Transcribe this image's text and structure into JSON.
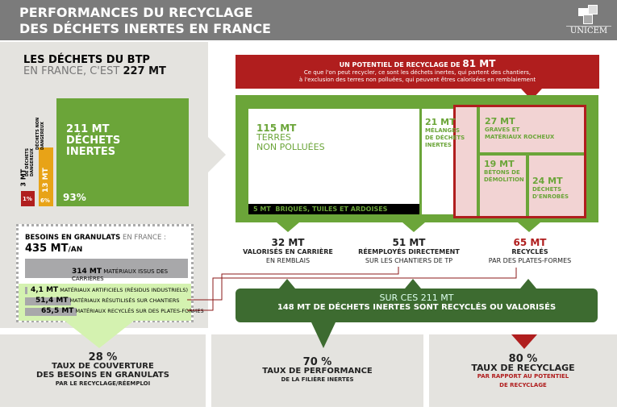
{
  "header": {
    "title_line1": "PERFORMANCES DU RECYCLAGE",
    "title_line2": "DES DÉCHETS INERTES EN FRANCE",
    "logo": "UNICEM"
  },
  "btp": {
    "title_bold": "LES DÉCHETS DU BTP",
    "title_light": "EN FRANCE, C'EST",
    "total": "227 MT",
    "inertes": {
      "value": "211 MT",
      "label1": "DÉCHETS",
      "label2": "INERTES",
      "pct": "93%"
    },
    "non_dangereux": {
      "value": "13 MT",
      "label": "DÉCHETS NON DANGEREUX",
      "pct": "6%"
    },
    "dangereux": {
      "value": "3 MT",
      "label": "DE DÉCHETS DANGEREUX",
      "pct": "1%"
    }
  },
  "granulats": {
    "title_bold": "BESOINS EN GRANULATS",
    "title_light": "EN FRANCE :",
    "total": "435 MT",
    "unit": "/AN",
    "items": [
      {
        "value": "314 MT",
        "label": "MATÉRIAUX ISSUS DES CARRIÈRES"
      },
      {
        "value": "4,1 MT",
        "label": "MATÉRIAUX ARTIFICIELS (RÉSIDUS INDUSTRIELS)"
      },
      {
        "value": "51,4 MT",
        "label": "MATÉRIAUX RÉSUTILISÉS SUR CHANTIERS"
      },
      {
        "value": "65,5 MT",
        "label": "MATÉRIAUX RECYCLÉS SUR DES PLATES-FORMES"
      }
    ]
  },
  "potentiel": {
    "title": "UN POTENTIEL DE RECYCLAGE DE",
    "value": "81 MT",
    "desc1": "Ce que l'on peut recycler, ce sont les déchets inertes, qui partent des chantiers,",
    "desc2": "à l'exclusion des terres non polluées, qui peuvent êtres calorisées en remblaiement"
  },
  "breakdown": {
    "terres": {
      "value": "115 MT",
      "l1": "TERRES",
      "l2": "NON POLLUÉES"
    },
    "briques": {
      "value": "5 MT",
      "label": "BRIQUES, TUILES ET ARDOISES"
    },
    "melanges": {
      "value": "21 MT",
      "l1": "MÉLANGES",
      "l2": "DE DÉCHETS",
      "l3": "INERTES"
    },
    "graves": {
      "value": "27 MT",
      "l1": "GRAVES ET",
      "l2": "MATÉRIAUX ROCHEUX"
    },
    "betons": {
      "value": "19 MT",
      "l1": "BÉTONS DE",
      "l2": "DÉMOLITION"
    },
    "enrobes": {
      "value": "24 MT",
      "l1": "DÉCHETS",
      "l2": "D'ENROBÉS"
    }
  },
  "outcomes": [
    {
      "value": "32 MT",
      "l1": "VALORISÉS EN CARRIÈRE",
      "l2": "EN REMBLAIS"
    },
    {
      "value": "51 MT",
      "l1": "RÉEMPLOYÉS DIRECTEMENT",
      "l2": "SUR LES CHANTIERS DE TP"
    },
    {
      "value": "65 MT",
      "l1": "RECYCLÉS",
      "l2": "PAR DES PLATES-FORMES"
    }
  ],
  "summary": {
    "l1": "SUR CES 211 MT",
    "l2_bold": "148 MT",
    "l2": "DE DÉCHETS INERTES SONT RECYCLÉS OU VALORISÉS"
  },
  "rates": [
    {
      "pct": "28 %",
      "l1": "TAUX DE COUVERTURE",
      "l2": "DES BESOINS EN GRANULATS",
      "l3": "PAR LE RECYCLAGE/RÉEMPLOI"
    },
    {
      "pct": "70 %",
      "l1": "TAUX DE PERFORMANCE",
      "l2": "DE LA FILIÈRE INERTES"
    },
    {
      "pct": "80 %",
      "l1": "TAUX DE RECYCLAGE",
      "l2": "PAR RAPPORT AU POTENTIEL",
      "l3": "DE RECYCLAGE"
    }
  ],
  "colors": {
    "green": "#6ba539",
    "dark_green": "#3d6b30",
    "red": "#b01e1e",
    "yellow": "#e8a317",
    "light_green": "#d4f2b0",
    "pink": "#f2d3d3",
    "header_grey": "#7b7b7b"
  }
}
